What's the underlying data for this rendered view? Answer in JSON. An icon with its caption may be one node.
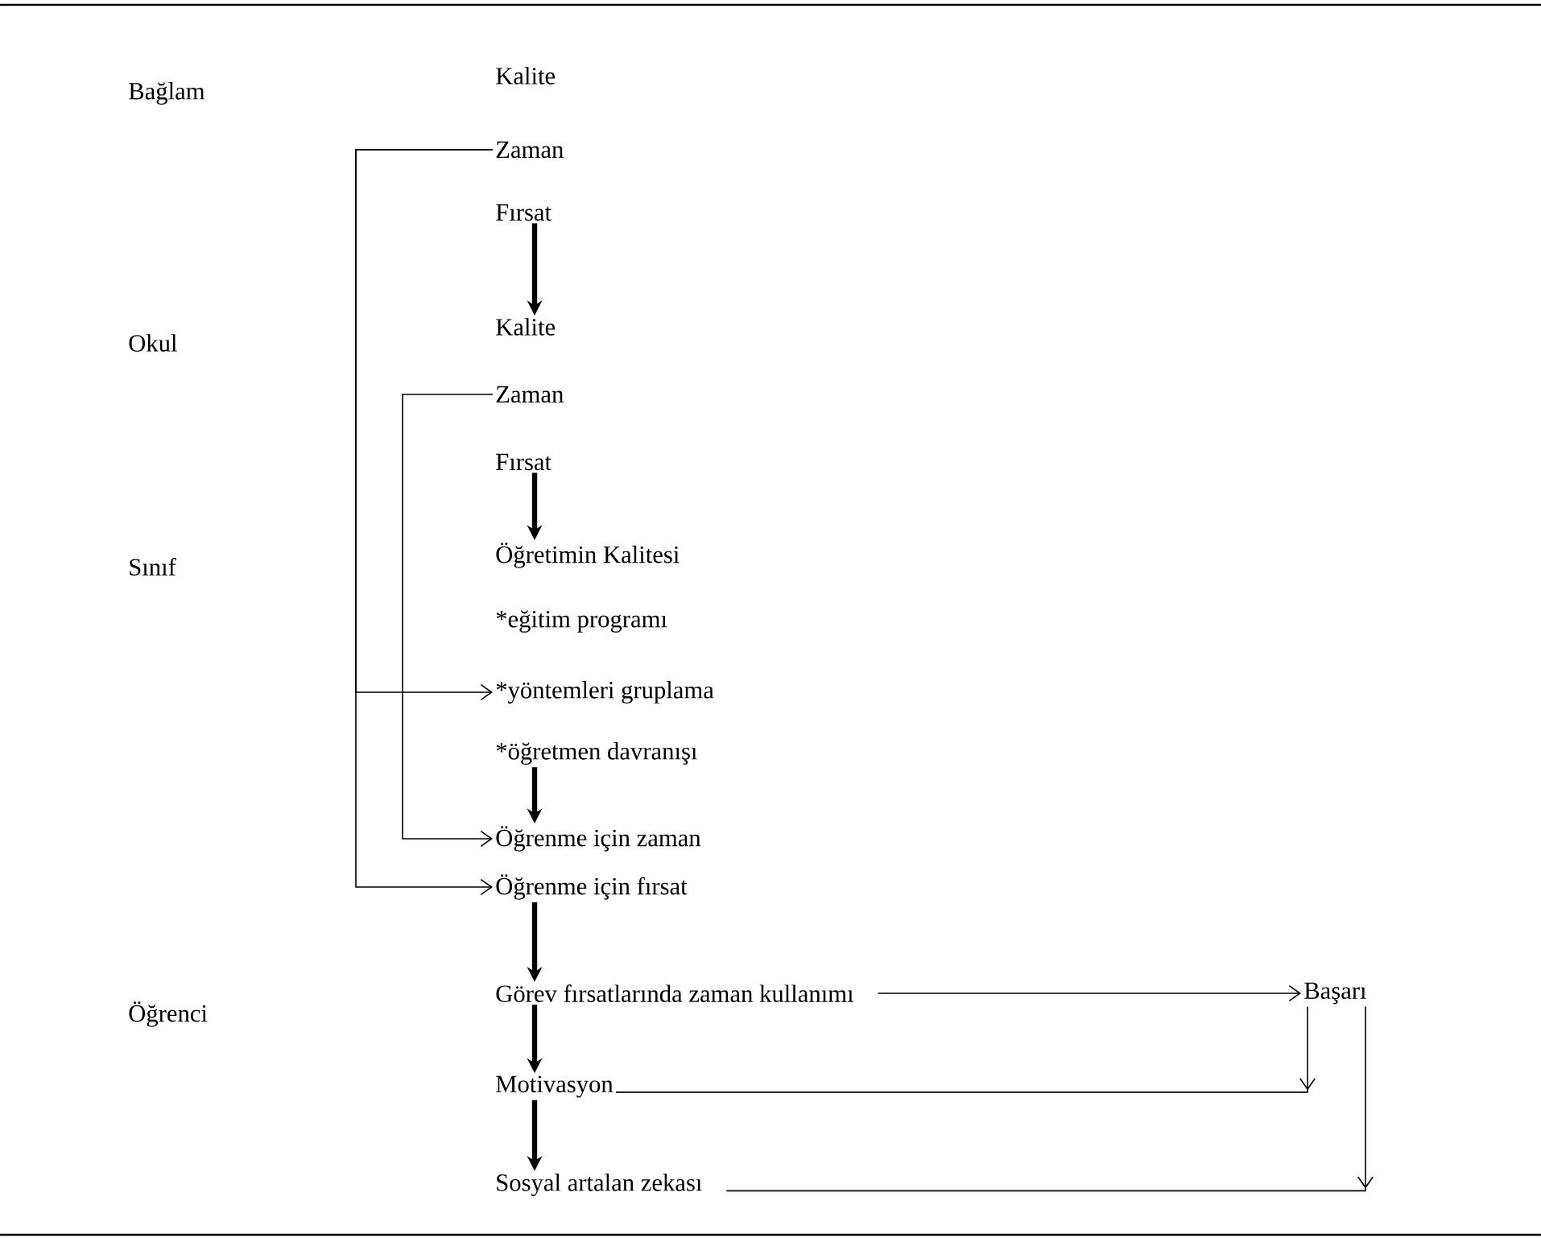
{
  "diagram": {
    "nodes": [
      {
        "text": [
          "Kalite"
        ]
      },
      {
        "text": [
          "Zaman"
        ]
      },
      {
        "text": [
          "Fırsat"
        ]
      },
      {
        "text": [
          "Kalite"
        ]
      },
      {
        "text": [
          "Zaman"
        ]
      },
      {
        "text": [
          "Fırsat"
        ]
      },
      {
        "text": [
          "Öğretimin Kalitesi"
        ]
      },
      {
        "text": [
          "*eğitim programı"
        ]
      },
      {
        "text": [
          "*yöntemleri gruplama"
        ]
      },
      {
        "text": [
          "*öğretmen davranışı"
        ]
      },
      {
        "text": [
          "Öğrenme için zaman"
        ]
      },
      {
        "text": [
          "Öğrenme için fırsat"
        ]
      },
      {
        "text": [
          "Görev fırsatlarında zaman kullanımı"
        ]
      },
      {
        "text": [
          "Başarı"
        ]
      },
      {
        "text": [
          "Motivasyon"
        ]
      },
      {
        "text": [
          "Sosyal artalan zekası"
        ]
      }
    ],
    "edges": [
      {
        "from": 2,
        "to": 3,
        "arrow": "to",
        "style": "thick"
      },
      {
        "from": 5,
        "to": 6,
        "arrow": "to",
        "style": "thick"
      },
      {
        "from": 9,
        "to": 10,
        "arrow": "to",
        "style": "thick"
      },
      {
        "from": 11,
        "to": 12,
        "arrow": "to",
        "style": "thick"
      },
      {
        "from": 12,
        "to": 14,
        "arrow": "to",
        "style": "thick"
      },
      {
        "from": 14,
        "to": 15,
        "arrow": "to",
        "style": "thick"
      },
      {
        "from": 1,
        "to": 8,
        "arrow": "to"
      },
      {
        "from": 1,
        "to": 11,
        "arrow": "to"
      },
      {
        "from": 4,
        "to": 10,
        "arrow": "to"
      },
      {
        "from": 12,
        "to": 13,
        "arrow": "to"
      },
      {
        "from": 13,
        "to": 14,
        "arrow": "to"
      },
      {
        "from": 13,
        "to": 15,
        "arrow": "to"
      }
    ],
    "labels": [
      "Bağlam",
      "Okul",
      "Sınıf",
      "Öğrenci"
    ]
  }
}
